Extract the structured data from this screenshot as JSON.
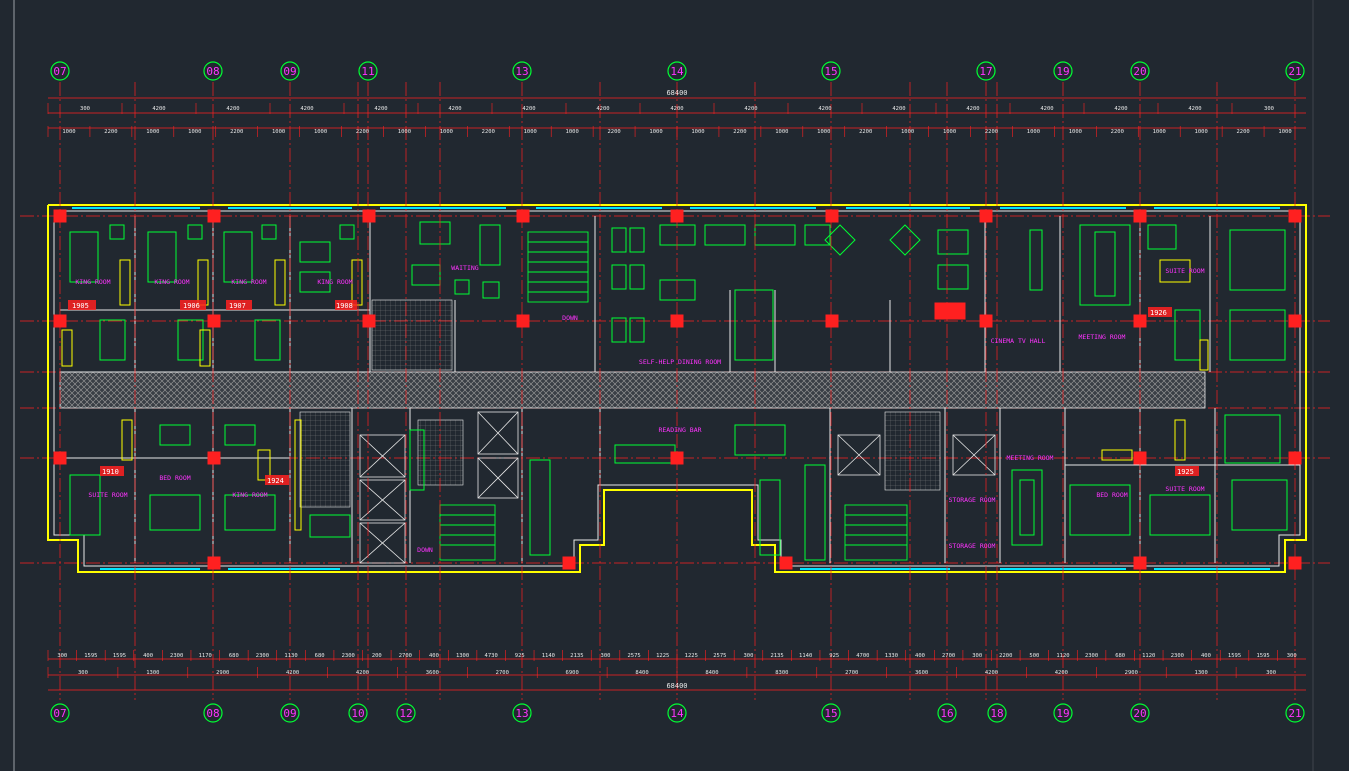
{
  "grid_top": [
    "07",
    "08",
    "09",
    "11",
    "13",
    "14",
    "15",
    "17",
    "19",
    "20",
    "21"
  ],
  "grid_bottom": [
    "07",
    "08",
    "09",
    "10",
    "12",
    "13",
    "14",
    "15",
    "16",
    "18",
    "19",
    "20",
    "21"
  ],
  "overall_top": "68400",
  "overall_bottom": "68400",
  "dim_top_row1": [
    "300",
    "4200",
    "4200",
    "4200",
    "4200",
    "4200",
    "4200",
    "4200",
    "4200",
    "4200",
    "4200",
    "4200",
    "4200",
    "4200",
    "4200",
    "4200",
    "300"
  ],
  "dim_top_row2": [
    "1000",
    "2200",
    "1000",
    "1000",
    "2200",
    "1000",
    "1000",
    "2200",
    "1000",
    "1000",
    "2200",
    "1000",
    "1000",
    "2200",
    "1000",
    "1000",
    "2200",
    "1000",
    "1000",
    "2200",
    "1000",
    "1000",
    "2200",
    "1000",
    "1000",
    "2200",
    "1000",
    "1000",
    "2200",
    "1000"
  ],
  "dim_bottom_row1": [
    "300",
    "1595",
    "1595",
    "400",
    "2300",
    "1170",
    "680",
    "2300",
    "1130",
    "680",
    "2300",
    "200",
    "2700",
    "400",
    "1300",
    "4730",
    "925",
    "1140",
    "2135",
    "300",
    "2575",
    "1225",
    "1225",
    "2575",
    "300",
    "2135",
    "1140",
    "925",
    "4700",
    "1330",
    "400",
    "2700",
    "300",
    "2200",
    "500",
    "1120",
    "2300",
    "680",
    "1120",
    "2300",
    "400",
    "1595",
    "1595",
    "300"
  ],
  "dim_bottom_row2": [
    "300",
    "1300",
    "2900",
    "4200",
    "4200",
    "3600",
    "2700",
    "6900",
    "8400",
    "8400",
    "8300",
    "2700",
    "3600",
    "4200",
    "4200",
    "2900",
    "1300",
    "300"
  ],
  "room_labels": {
    "king_room_1": "KING ROOM",
    "king_room_2": "KING ROOM",
    "king_room_3": "KING ROOM",
    "king_room_4": "KING ROOM",
    "waiting": "WAITING",
    "down_1": "DOWN",
    "self_help": "SELF-HELP DINING ROOM",
    "cinema": "CINEMA TV HALL",
    "meeting_1": "MEETING ROOM",
    "suite_1": "SUITE ROOM",
    "reading": "READING BAR",
    "bed_room": "BED ROOM",
    "king_room_5": "KING ROOM",
    "suite_2": "SUITE ROOM",
    "down_2": "DOWN",
    "storage_1": "STORAGE ROOM",
    "storage_2": "STORAGE ROOM",
    "meeting_2": "MEETING ROOM",
    "suite_3": "SUITE ROOM",
    "bed_room_2": "BED ROOM"
  },
  "room_numbers": [
    "1905",
    "1906",
    "1907",
    "1908",
    "1926",
    "1910",
    "1924",
    "1925"
  ],
  "colors": {
    "bg": "#212830",
    "red": "#ff2020",
    "green": "#00ff33",
    "magenta": "#ff33ff",
    "yellow": "#ffff00",
    "cyan": "#00e5ff",
    "white": "#e8e8e8",
    "gray": "#b0b0b0"
  }
}
